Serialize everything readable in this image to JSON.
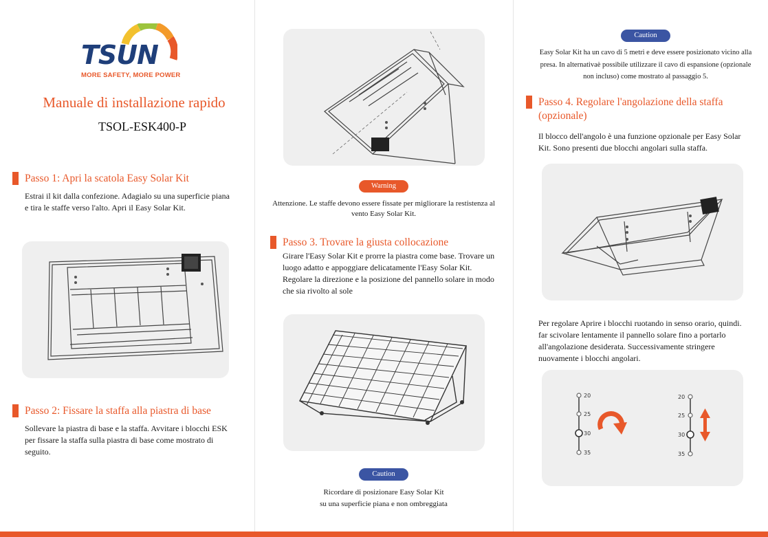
{
  "brand": {
    "name": "TSUN",
    "tagline": "MORE SAFETY, MORE POWER",
    "colors": {
      "orange": "#e8582a",
      "navy": "#1f3f7a",
      "caution_blue": "#3b55a3"
    }
  },
  "doc": {
    "title": "Manuale di installazione rapido",
    "model": "TSOL-ESK400-P"
  },
  "col1": {
    "step1": {
      "title": "Passo 1: Apri la scatola Easy Solar Kit",
      "body": "Estrai il kit dalla confezione. Adagialo su una superficie piana e tira le staffe verso l'alto. Apri il Easy Solar Kit."
    },
    "step2": {
      "title": "Passo 2: Fissare la staffa alla piastra di base",
      "body": "Sollevare la piastra di base e la staffa. Avvitare i blocchi ESK per fissare la staffa sulla piastra di base come mostrato di seguito."
    }
  },
  "col2": {
    "warning": {
      "label": "Warning",
      "text": "Attenzione. Le staffe devono essere fissate per migliorare la restistenza al vento Easy Solar Kit."
    },
    "step3": {
      "title": "Passo 3. Trovare la giusta collocazione",
      "body": "Girare l'Easy Solar Kit e prorre la piastra come base. Trovare un luogo adatto e appoggiare delicatamente l'Easy Solar Kit. Regolare la direzione e la posizione del pannello solare in modo che sia rivolto al sole"
    },
    "caution": {
      "label": "Caution",
      "text": "Ricordare di posizionare Easy Solar Kit su una superficie piana e non ombreggiata"
    }
  },
  "col3": {
    "caution": {
      "label": "Caution",
      "text": "Easy Solar Kit ha un cavo di 5 metri e deve essere posizionato vicino alla presa. In alternativaè possibile utilizzare il cavo di espansione (opzionale non incluso) come mostrato al passaggio 5."
    },
    "step4": {
      "title": "Passo 4. Regolare l'angolazione della staffa (opzionale)",
      "body": "Il blocco dell'angolo è una funzione opzionale per Easy Solar Kit. Sono presenti due blocchi angolari sulla staffa.",
      "body2": "Per regolare Aprire i blocchi ruotando in senso orario, quindi. far scivolare lentamente il pannello solare fino a portarlo all'angolazione desiderata. Successivamente stringere nuovamente i blocchi angolari."
    },
    "angle_scale": [
      "20",
      "25",
      "30",
      "35"
    ],
    "icons": [
      "rotate-clockwise-icon",
      "up-down-arrow-icon"
    ]
  }
}
